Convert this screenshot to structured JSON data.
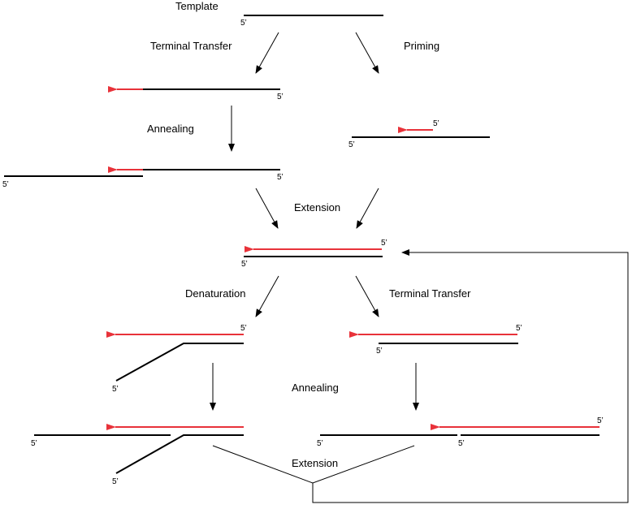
{
  "labels": {
    "template": "Template",
    "terminal_transfer_1": "Terminal Transfer",
    "priming": "Priming",
    "annealing_1": "Annealing",
    "extension_1": "Extension",
    "denaturation": "Denaturation",
    "terminal_transfer_2": "Terminal Transfer",
    "annealing_2": "Annealing",
    "extension_2": "Extension"
  },
  "end_mark": "5’",
  "colors": {
    "strand": "#000000",
    "new_strand": "#e8323a",
    "arrow": "#000000"
  }
}
